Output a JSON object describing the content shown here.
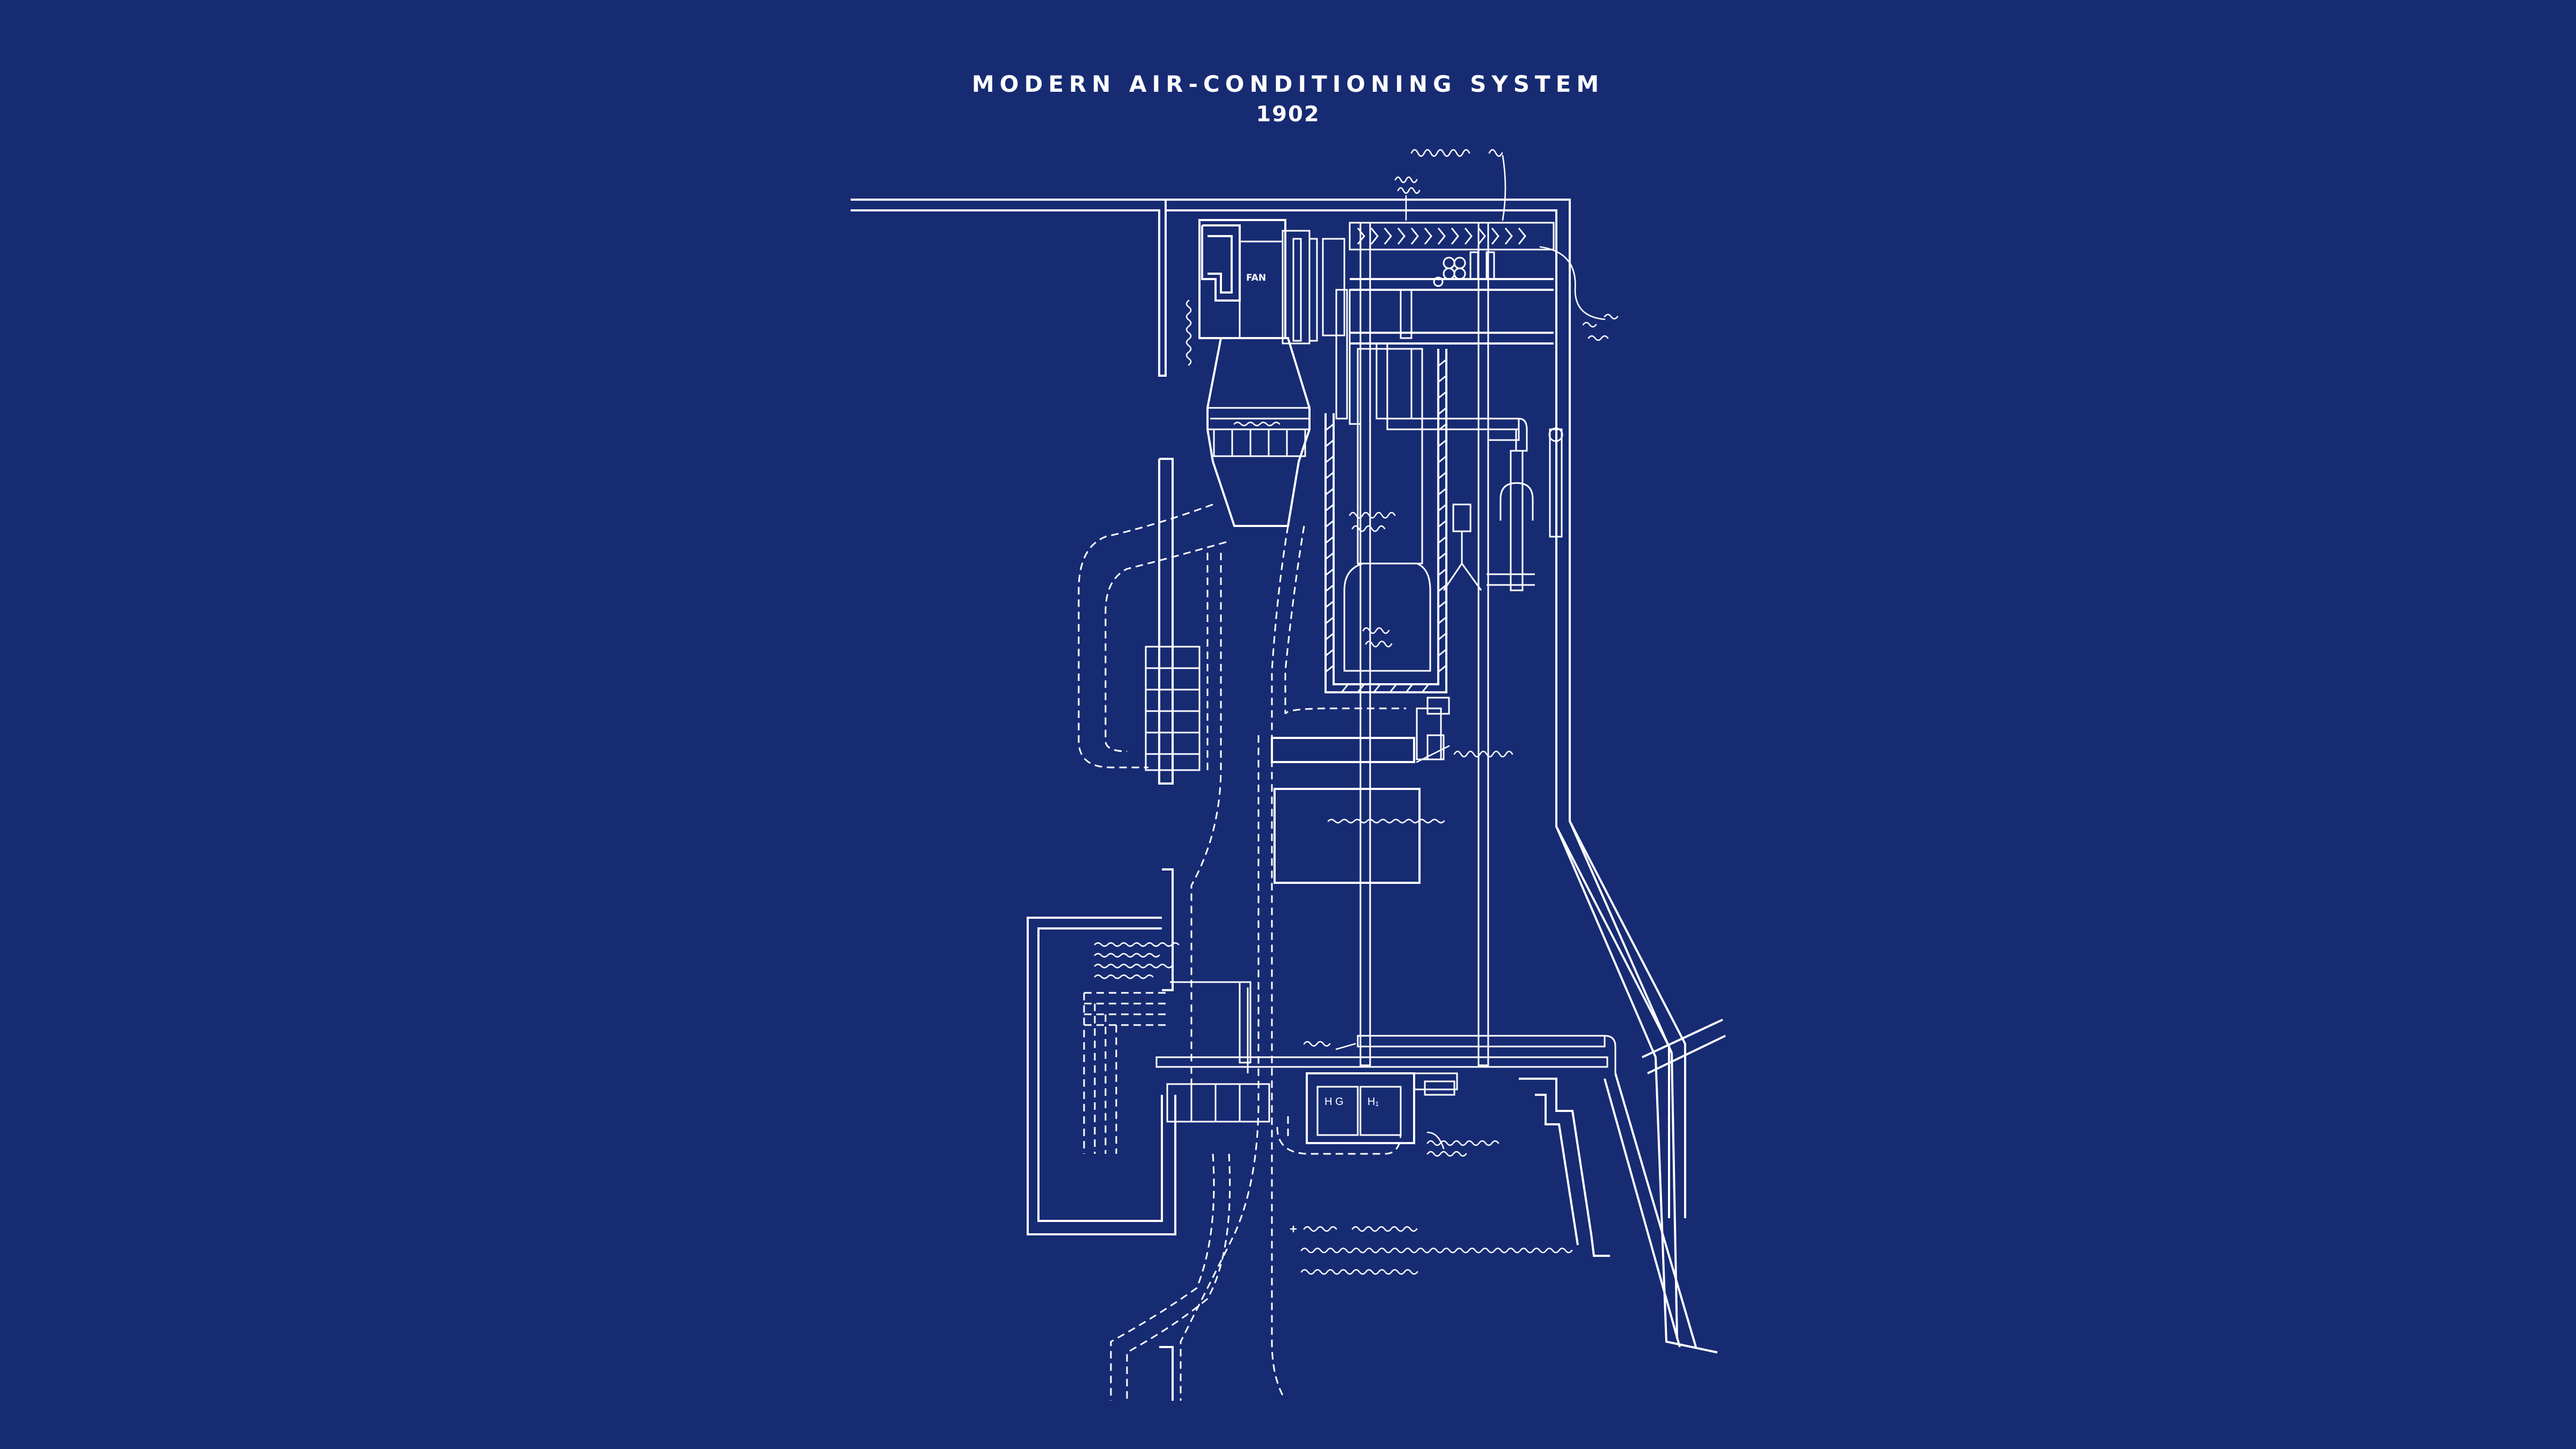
{
  "diagram": {
    "title": "MODERN AIR-CONDITIONING SYSTEM",
    "year": "1902",
    "fan_label": "FAN",
    "unit_labels": [
      "H G",
      "H₁"
    ],
    "colors": {
      "background": "#172b73",
      "line": "#ffffff"
    }
  }
}
